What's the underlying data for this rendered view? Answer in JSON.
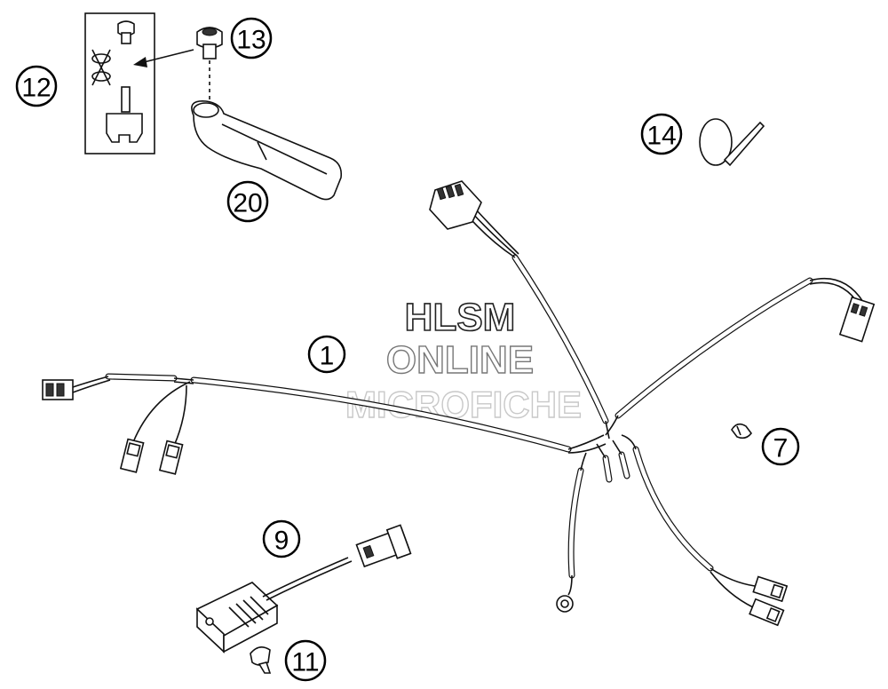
{
  "callouts": [
    {
      "id": "c1",
      "label": "1"
    },
    {
      "id": "c7",
      "label": "7"
    },
    {
      "id": "c9",
      "label": "9"
    },
    {
      "id": "c11",
      "label": "11"
    },
    {
      "id": "c12",
      "label": "12"
    },
    {
      "id": "c13",
      "label": "13"
    },
    {
      "id": "c14",
      "label": "14"
    },
    {
      "id": "c20",
      "label": "20"
    }
  ],
  "watermark": {
    "line1": "HLSM",
    "line2": "ONLINE",
    "line3": "MICROFICHE"
  },
  "colors": {
    "line": "#111111",
    "background": "#ffffff",
    "watermark_dark": "#222222",
    "watermark_light": "#c8c8c8"
  }
}
